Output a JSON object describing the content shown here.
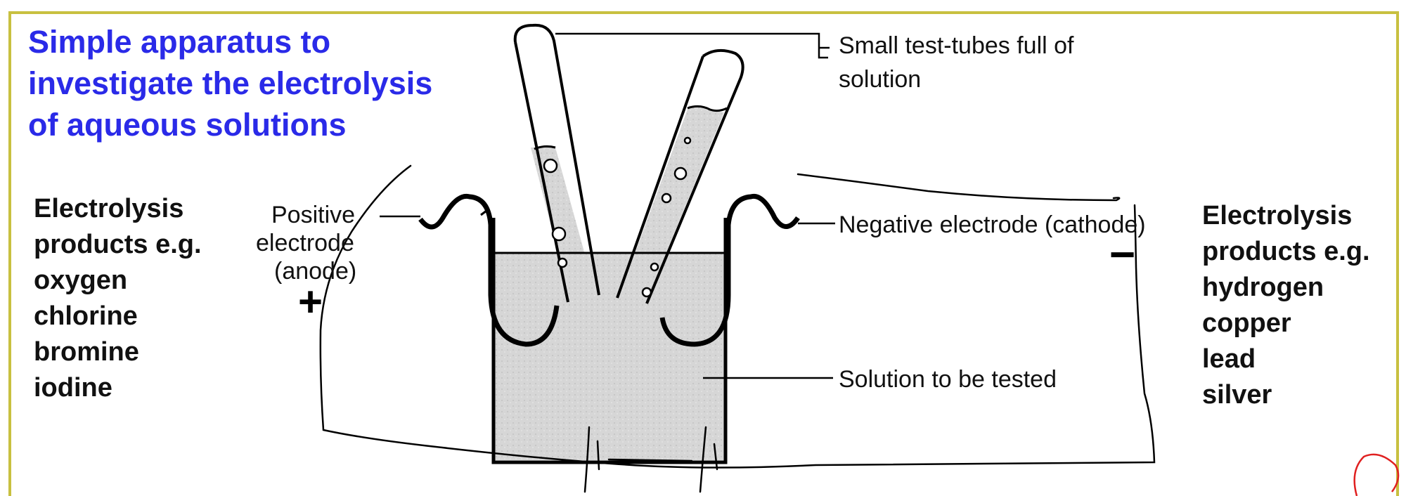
{
  "title_lines": [
    "Simple apparatus to",
    "investigate the electrolysis",
    "of aqueous solutions"
  ],
  "labels": {
    "test_tubes_line1": "Small test-tubes full of",
    "test_tubes_line2": "solution",
    "positive_line1": "Positive",
    "positive_line2": "electrode",
    "positive_line3": "(anode)",
    "negative": "Negative electrode (cathode)",
    "solution": "Solution to be tested"
  },
  "signs": {
    "anode": "+",
    "cathode": "−"
  },
  "anode_products": [
    "Electrolysis",
    "products e.g.",
    "oxygen",
    "chlorine",
    "bromine",
    "iodine"
  ],
  "cathode_products": [
    "Electrolysis",
    "products e.g.",
    "hydrogen",
    "copper",
    "lead",
    "silver"
  ],
  "colors": {
    "title": "#2a2ae8",
    "panel_background": "#ffffff",
    "panel_border": "#c8c040",
    "solution_fill": "#d6d6d6",
    "handwriting_red": "#e02020"
  }
}
